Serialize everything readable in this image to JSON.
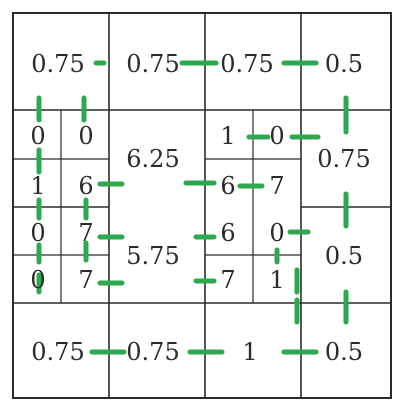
{
  "colors": {
    "grid": "#2b2b2b",
    "dash": "#2ea84e",
    "text": "#2b2b2b",
    "background": "#ffffff"
  },
  "top_row": [
    "0.75",
    "0.75",
    "0.75",
    "0.5"
  ],
  "left_small": [
    "0",
    "0",
    "1",
    "6",
    "0",
    "7",
    "0",
    "7"
  ],
  "center_top": "6.25",
  "center_bottom": "5.75",
  "right_inner": [
    "1",
    "0",
    "6",
    "7",
    "6",
    "0",
    "7",
    "1"
  ],
  "right_col": [
    "0.75",
    "0.5"
  ],
  "bottom_row": [
    "0.75",
    "0.75",
    "1",
    "0.5"
  ]
}
